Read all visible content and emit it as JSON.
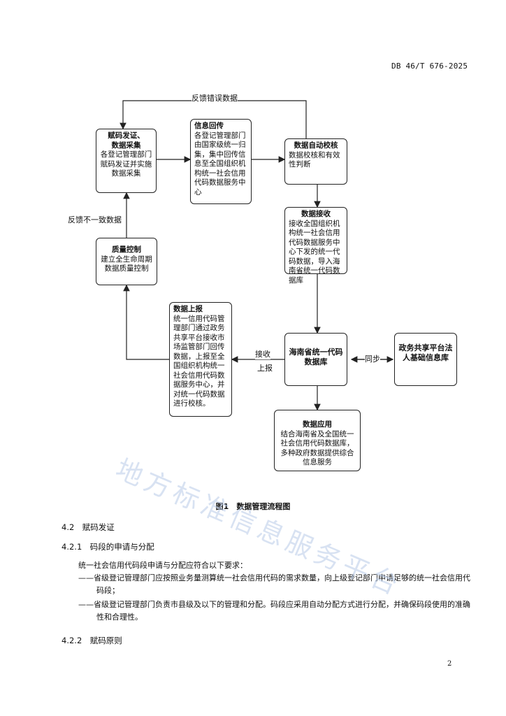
{
  "header": {
    "doc_code": "DB 46/T 676-2025"
  },
  "flow": {
    "feedback_top": "反馈错误数据",
    "feedback_left": "反馈不一致数据",
    "boxes": {
      "assign": {
        "title": "赋码发证、\n数据采集",
        "body": "各登记管理部门赋码发证并实施数据采集"
      },
      "info": {
        "title": "信息回传",
        "body": "各登记管理部门由国家级统一归集，集中回传信息至全国组织机构统一社会信用代码数据服务中心"
      },
      "check": {
        "title": "数据自动校核",
        "body": "数据校核和有效性判断"
      },
      "receive": {
        "title": "数据接收",
        "body": "接收全国组织机构统一社会信用代码数据服务中心下发的统一代码数据，导入海南省统一代码数据库"
      },
      "quality": {
        "title": "质量控制",
        "body": "建立全生命周期数据质量控制"
      },
      "report": {
        "title": "数据上报",
        "body": "统一信用代码管理部门通过政务共享平台接收市场监管部门回传数据，上报至全国组织机构统一社会信用代码数据服务中心，并对统一代码数据进行校核。"
      },
      "hainan_db": {
        "title": "海南省统一代码数据库"
      },
      "gov_platform": {
        "title": "政务共享平台法人基础信息库"
      },
      "app": {
        "title": "数据应用",
        "body": "结合海南省及全国统一社会信用代码数据库，多种政府数据提供综合信息服务"
      }
    },
    "labels": {
      "receive": "接收",
      "report": "上报",
      "sync": "同步"
    }
  },
  "caption": "图1　数据管理流程图",
  "sections": {
    "s42": "4.2　赋码发证",
    "s421": "4.2.1　码段的申请与分配",
    "intro": "统一社会信用代码段申请与分配应符合以下要求：",
    "items": [
      "——省级登记管理部门应按照业务量测算统一社会信用代码的需求数量，向上级登记部门申请足够的统一社会信用代码段；",
      "——省级登记管理部门负责市县级及以下的管理和分配。码段应采用自动分配方式进行分配，并确保码段使用的准确性和合理性。"
    ],
    "s422": "4.2.2　赋码原则"
  },
  "footer": {
    "page": "2"
  },
  "watermark": "地方标准信息服务平台"
}
